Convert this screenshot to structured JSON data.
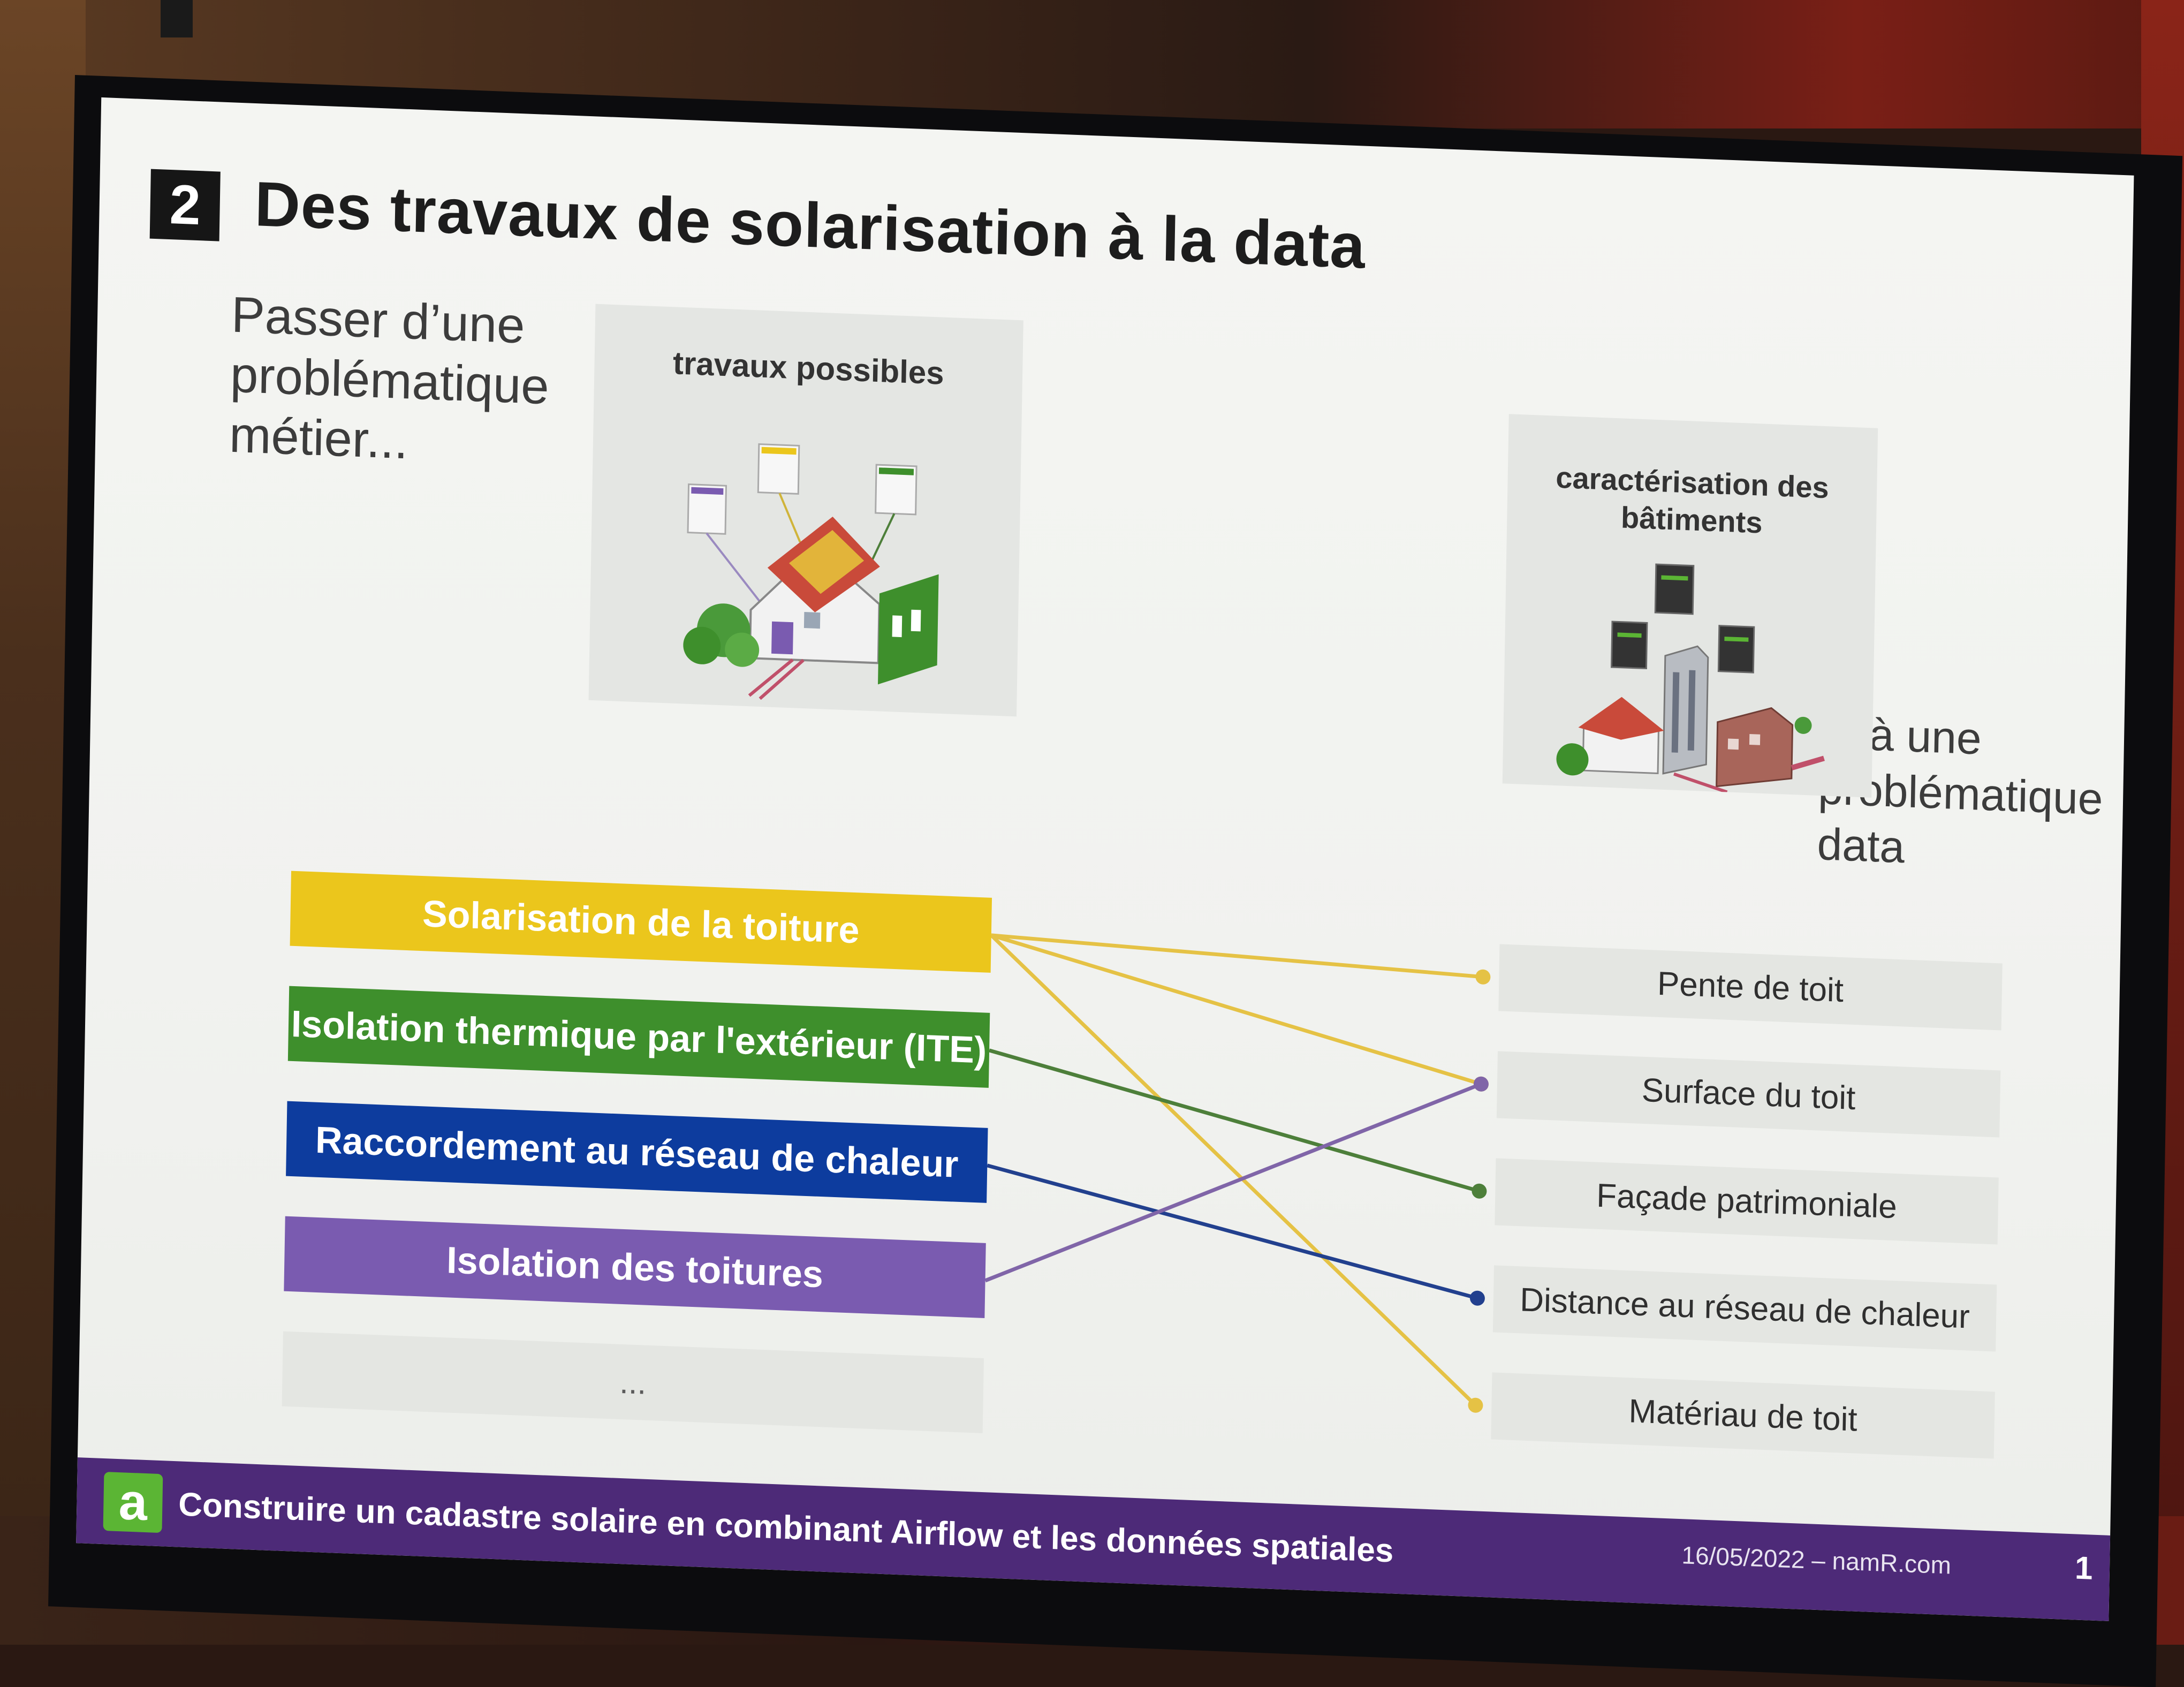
{
  "slide": {
    "number": "2",
    "title": "Des travaux de solarisation à la data",
    "intro_left": "Passer d’une\nproblématique\nmétier...",
    "intro_right": "... à une\nproblématique\ndata",
    "illustration_left_title": "travaux possibles",
    "illustration_right_title": "caractérisation des\nbâtiments"
  },
  "works": [
    {
      "label": "Solarisation de la toiture",
      "color": "#ebc61c"
    },
    {
      "label": "Isolation thermique par l'extérieur (ITE)",
      "color": "#3e8f2c"
    },
    {
      "label": "Raccordement au réseau de chaleur",
      "color": "#0d3c9e"
    },
    {
      "label": "Isolation des toitures",
      "color": "#7a5bb0"
    }
  ],
  "works_more": "...",
  "data_items": [
    {
      "label": "Pente de toit"
    },
    {
      "label": "Surface du toit"
    },
    {
      "label": "Façade patrimoniale"
    },
    {
      "label": "Distance au réseau de chaleur"
    },
    {
      "label": "Matériau de toit"
    }
  ],
  "links": [
    {
      "work": "Solarisation de la toiture",
      "data": "Pente de toit",
      "color": "#e5c245"
    },
    {
      "work": "Solarisation de la toiture",
      "data": "Surface du toit",
      "color": "#e5c245"
    },
    {
      "work": "Solarisation de la toiture",
      "data": "Matériau de toit",
      "color": "#e5c245"
    },
    {
      "work": "Isolation thermique par l'extérieur (ITE)",
      "data": "Façade patrimoniale",
      "color": "#4d7f3a"
    },
    {
      "work": "Raccordement au réseau de chaleur",
      "data": "Distance au réseau de chaleur",
      "color": "#22408e"
    },
    {
      "work": "Isolation des toitures",
      "data": "Surface du toit",
      "color": "#8065a8"
    }
  ],
  "footer": {
    "logo": "a",
    "text": "Construire un cadastre solaire en combinant Airflow et les données spatiales",
    "date": "16/05/2022 – namR.com",
    "page": "1"
  }
}
